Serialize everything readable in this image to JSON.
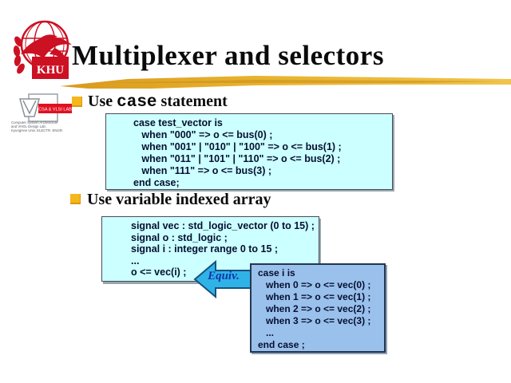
{
  "title": "Multiplexer and selectors",
  "logos": {
    "khu_text": "KHU",
    "lab_badge": "CSA & VLSI LAB",
    "lab_caption": [
      "Computer System Architecture",
      "and VHDL Design Lab.",
      "KyungHee Univ. ELECTR. ENGR."
    ]
  },
  "headings": {
    "case_statement": {
      "prefix": "Use ",
      "keyword": "case",
      "suffix": " statement"
    },
    "indexed_array": {
      "label": "Use variable indexed array"
    }
  },
  "code_boxes": {
    "case_statement": {
      "lines": [
        "case test_vector is",
        "   when \"000\" => o <= bus(0) ;",
        "   when \"001\" | \"010\" | \"100\" => o <= bus(1) ;",
        "   when \"011\" | \"101\" | \"110\" => o <= bus(2) ;",
        "   when \"111\" => o <= bus(3) ;",
        "end case;"
      ]
    },
    "indexed_array": {
      "lines": [
        "signal vec : std_logic_vector (0 to 15) ;",
        "signal o : std_logic ;",
        "signal i : integer range 0 to 15 ;",
        "...",
        "o <= vec(i) ;"
      ]
    },
    "equiv_case": {
      "lines": [
        "case i is",
        "   when 0 => o <= vec(0) ;",
        "   when 1 => o <= vec(1) ;",
        "   when 2 => o <= vec(2) ;",
        "   when 3 => o <= vec(3) ;",
        "   ...",
        "end case ;"
      ]
    }
  },
  "equiv_label": "Equiv.",
  "colors": {
    "logo_red": "#cc1122",
    "bullet_gold": "#f5b719",
    "underline_gold": "#e2a829",
    "codebox_cyan": "#ccffff",
    "codebox_blue": "#9ac0ec",
    "arrow_fill": "#2fb3e6",
    "arrow_stroke": "#17517e",
    "equiv_text_blue": "#1133aa",
    "code_text": "#051030"
  }
}
